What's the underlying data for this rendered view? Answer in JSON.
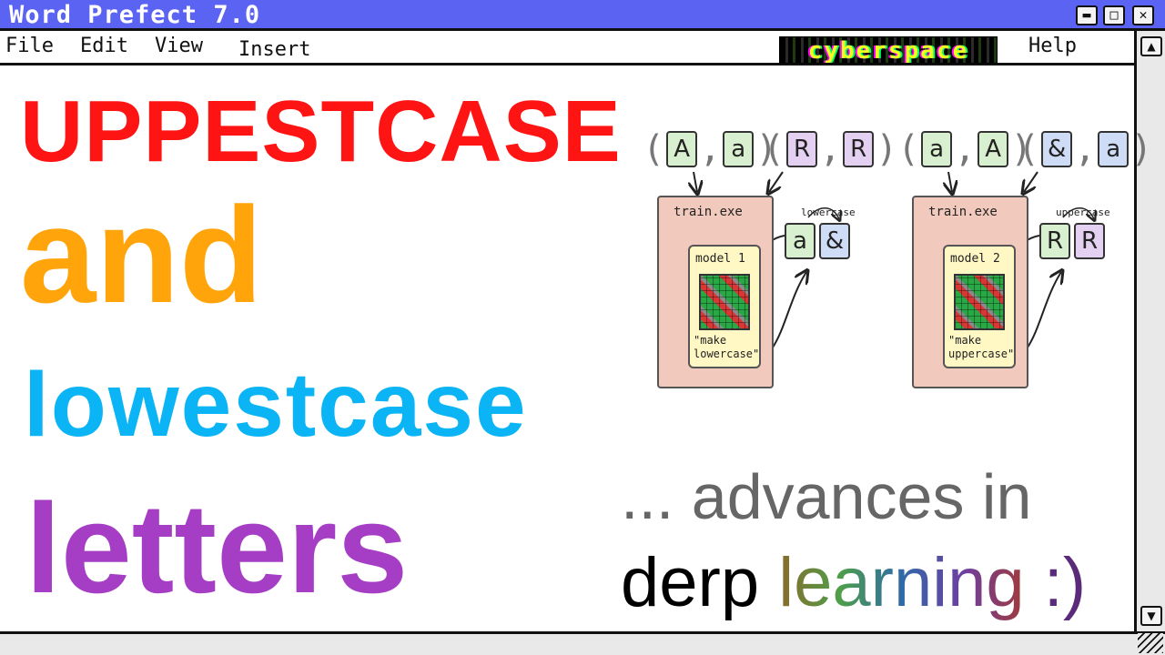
{
  "window": {
    "title": "Word Prefect 7.0",
    "controls": {
      "minimize": "▬",
      "maximize": "□",
      "close": "✕"
    }
  },
  "menu": {
    "file": "File",
    "edit": "Edit",
    "view": "View",
    "insert": "Insert",
    "badge": "cyberspace",
    "help": "Help"
  },
  "scrollbar": {
    "up": "▲",
    "down": "▼"
  },
  "document": {
    "line1": "UPPESTCASE",
    "line2": "and",
    "line3": "lowestcase",
    "line4": "letters",
    "advances": "... advances in",
    "derp": "derp ",
    "learning": "learning",
    "smiley": " :)"
  },
  "diagram1": {
    "tuple1": {
      "a": "A",
      "b": "a"
    },
    "tuple2": {
      "a": "R",
      "b": "R"
    },
    "box_label": "train.exe",
    "model_label": "model 1",
    "caption": "\"make lowercase\"",
    "output_label": "lowercase",
    "output": {
      "a": "a",
      "b": "&"
    }
  },
  "diagram2": {
    "tuple1": {
      "a": "a",
      "b": "A"
    },
    "tuple2": {
      "a": "&",
      "b": "a"
    },
    "box_label": "train.exe",
    "model_label": "model 2",
    "caption": "\"make uppercase\"",
    "output_label": "uppercase",
    "output": {
      "a": "R",
      "b": "R"
    }
  },
  "colors": {
    "titlebar": "#5b63f2",
    "uppercase": "#ff1414",
    "and": "#ffa40a",
    "lowercase": "#0ab4f5",
    "letters": "#a53ec4",
    "advances": "#666666"
  }
}
